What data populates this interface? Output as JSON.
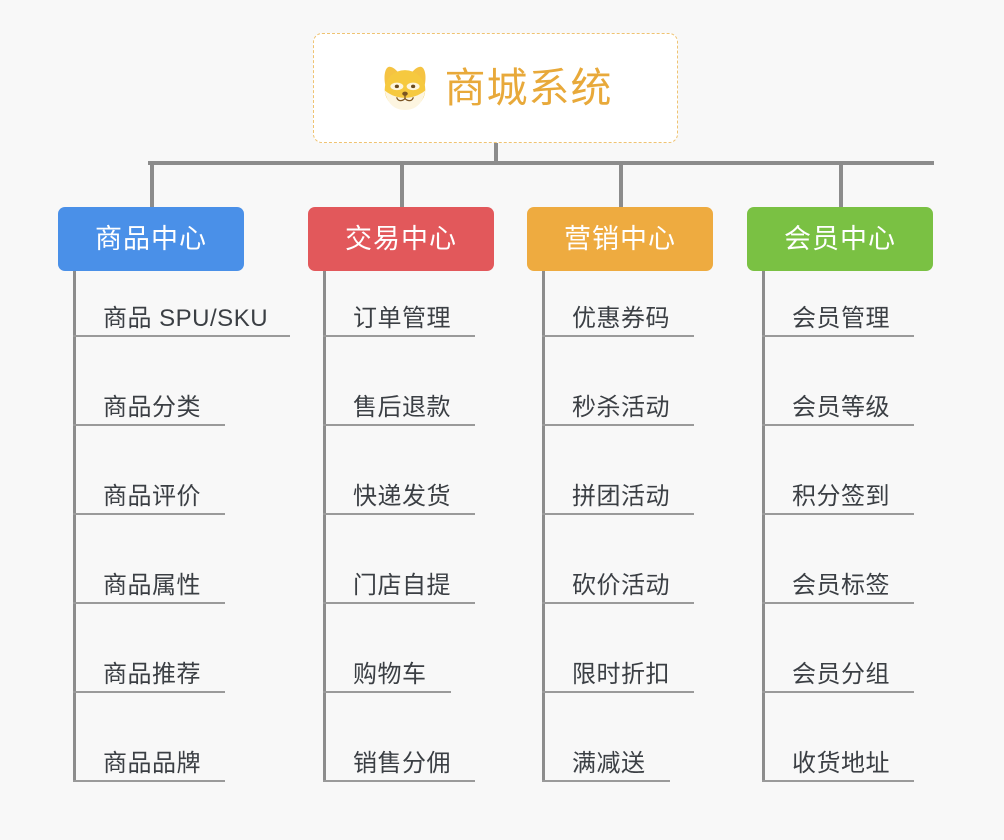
{
  "diagram": {
    "background_color": "#f8f8f8",
    "connector_color": "#8c8c8c",
    "root": {
      "title": "商城系统",
      "icon": "shiba-dog-face-icon",
      "text_color": "#e8a93a",
      "border_color": "#efc372",
      "fill_color": "#ffffff"
    },
    "categories": [
      {
        "label": "商品中心",
        "color": "#4a90e8",
        "items": [
          "商品 SPU/SKU",
          "商品分类",
          "商品评价",
          "商品属性",
          "商品推荐",
          "商品品牌"
        ]
      },
      {
        "label": "交易中心",
        "color": "#e2585b",
        "items": [
          "订单管理",
          "售后退款",
          "快递发货",
          "门店自提",
          "购物车",
          "销售分佣"
        ]
      },
      {
        "label": "营销中心",
        "color": "#eeab40",
        "items": [
          "优惠券码",
          "秒杀活动",
          "拼团活动",
          "砍价活动",
          "限时折扣",
          "满减送"
        ]
      },
      {
        "label": "会员中心",
        "color": "#7ac143",
        "items": [
          "会员管理",
          "会员等级",
          "积分签到",
          "会员标签",
          "会员分组",
          "收货地址"
        ]
      }
    ]
  }
}
